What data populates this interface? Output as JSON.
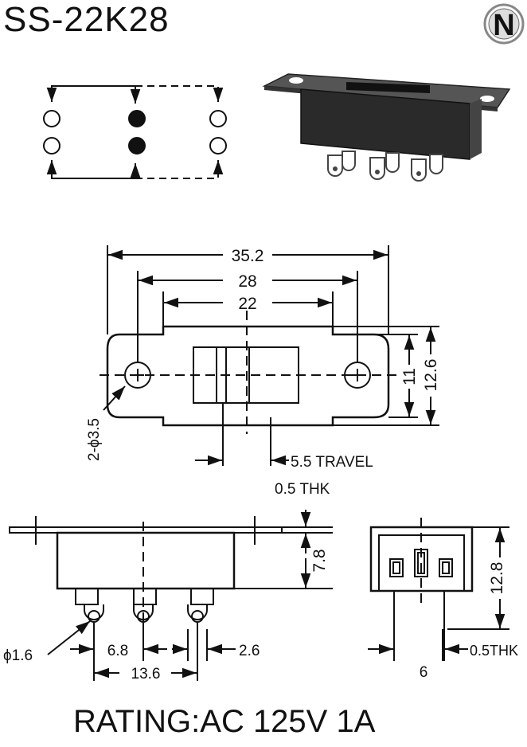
{
  "title": "SS-22K28",
  "logo_letter": "N",
  "rating": "RATING:AC 125V 1A",
  "dimensions": {
    "overall_length": "35.2",
    "hole_spacing": "28",
    "body_length": "22",
    "body_width": "11",
    "overall_width": "12.6",
    "mount_holes": "2-ϕ3.5",
    "travel": "5.5 TRAVEL",
    "plate_thickness_side": "0.5 THK",
    "body_height": "7.8",
    "pin_dia": "ϕ1.6",
    "pin_pitch": "6.8",
    "pin_width": "2.6",
    "pin_span": "13.6",
    "end_height": "12.8",
    "end_width": "6",
    "plate_thickness_end": "0.5THK"
  }
}
